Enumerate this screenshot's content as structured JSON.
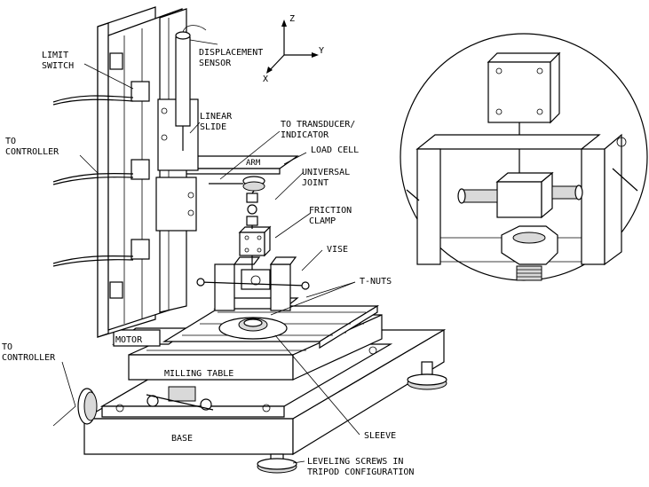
{
  "axes": {
    "z": "Z",
    "y": "Y",
    "x": "X"
  },
  "labels": {
    "limit_switch_1": "LIMIT",
    "limit_switch_2": "SWITCH",
    "displacement_1": "DISPLACEMENT",
    "displacement_2": "SENSOR",
    "to_controller_top_1": "TO",
    "to_controller_top_2": "CONTROLLER",
    "linear_slide_1": "LINEAR",
    "linear_slide_2": "SLIDE",
    "transducer_1": "TO TRANSDUCER/",
    "transducer_2": "INDICATOR",
    "load_cell": "LOAD CELL",
    "arm": "ARM",
    "universal_1": "UNIVERSAL",
    "universal_2": "JOINT",
    "friction_1": "FRICTION",
    "friction_2": "CLAMP",
    "vise": "VISE",
    "t_nuts": "T-NUTS",
    "motor": "MOTOR",
    "to_controller_bottom_1": "TO",
    "to_controller_bottom_2": "CONTROLLER",
    "milling_table": "MILLING TABLE",
    "base": "BASE",
    "sleeve": "SLEEVE",
    "leveling_1": "LEVELING SCREWS IN",
    "leveling_2": "TRIPOD CONFIGURATION"
  }
}
